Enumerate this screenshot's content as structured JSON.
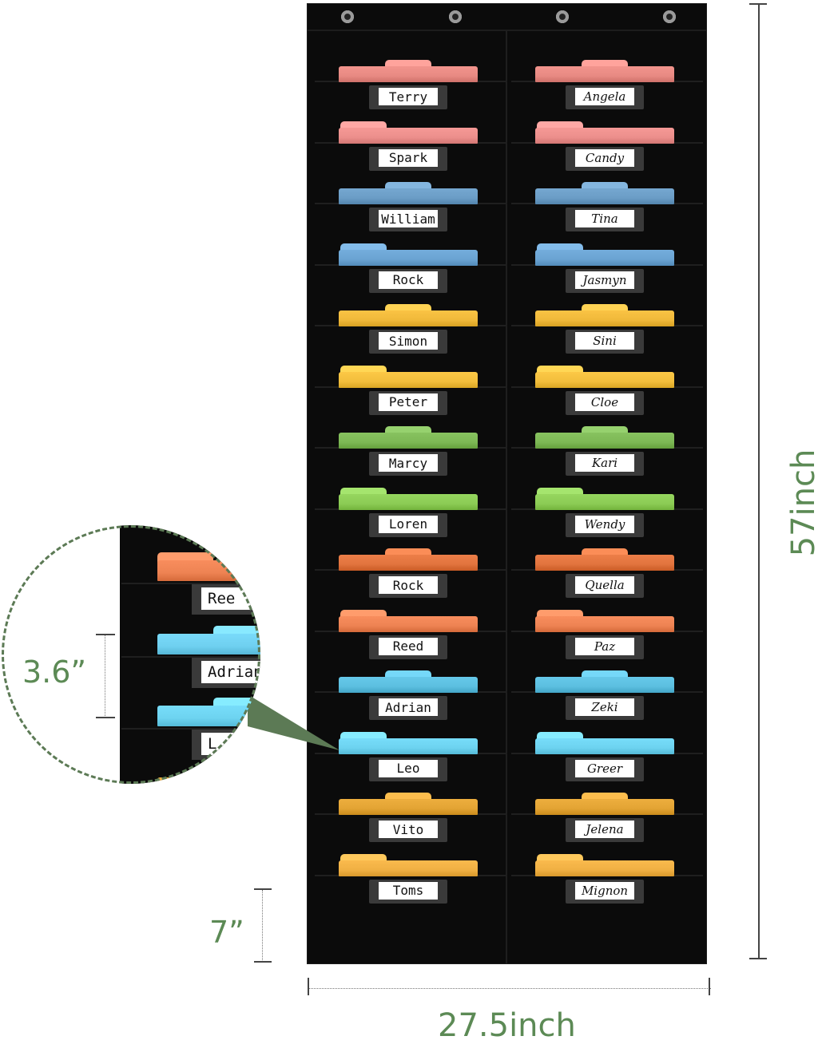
{
  "dimensions": {
    "height": "57inch",
    "width": "27.5inch",
    "pocket_spacing": "3.6”",
    "bottom_gap": "7”"
  },
  "left_column": [
    {
      "name": "Terry",
      "color": "#e88a83"
    },
    {
      "name": "Spark",
      "color": "#ec8f8c"
    },
    {
      "name": "William",
      "color": "#6b9dc6"
    },
    {
      "name": "Rock",
      "color": "#6aa3d2"
    },
    {
      "name": "Simon",
      "color": "#f0b93a"
    },
    {
      "name": "Peter",
      "color": "#f2be3c"
    },
    {
      "name": "Marcy",
      "color": "#7db855"
    },
    {
      "name": "Loren",
      "color": "#8ccc55"
    },
    {
      "name": "Rock",
      "color": "#e2743e"
    },
    {
      "name": "Reed",
      "color": "#ee8353"
    },
    {
      "name": "Adrian",
      "color": "#5cbfe0"
    },
    {
      "name": "Leo",
      "color": "#6dd3f0"
    },
    {
      "name": "Vito",
      "color": "#e3a434"
    },
    {
      "name": "Toms",
      "color": "#f0b043"
    }
  ],
  "right_column": [
    {
      "name": "Angela",
      "color": "#e88a83"
    },
    {
      "name": "Candy",
      "color": "#ec8f8c"
    },
    {
      "name": "Tina",
      "color": "#6b9dc6"
    },
    {
      "name": "Jasmyn",
      "color": "#6aa3d2"
    },
    {
      "name": "Sini",
      "color": "#f0b93a"
    },
    {
      "name": "Cloe",
      "color": "#f2be3c"
    },
    {
      "name": "Kari",
      "color": "#7db855"
    },
    {
      "name": "Wendy",
      "color": "#8ccc55"
    },
    {
      "name": "Quella",
      "color": "#e2743e"
    },
    {
      "name": "Paz",
      "color": "#ee8353"
    },
    {
      "name": "Zeki",
      "color": "#5cbfe0"
    },
    {
      "name": "Greer",
      "color": "#6dd3f0"
    },
    {
      "name": "Jelena",
      "color": "#e3a434"
    },
    {
      "name": "Mignon",
      "color": "#f0b043"
    }
  ],
  "zoom": {
    "labels": [
      "Ree",
      "Adrian",
      "L"
    ],
    "colors": [
      "#ee8353",
      "#6fd0f0",
      "#6dd3f0",
      "#e3a434"
    ]
  },
  "accent_color": "#5c8a55"
}
